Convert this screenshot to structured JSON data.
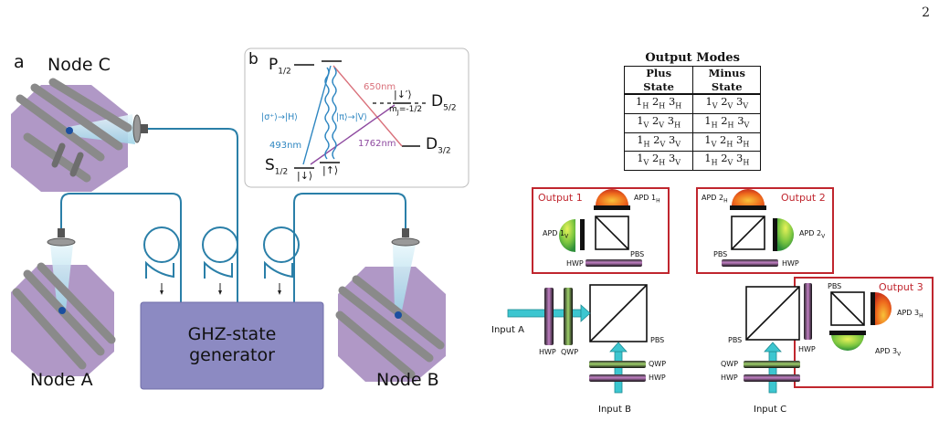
{
  "page_number": "2",
  "panel_a": {
    "label": "a",
    "node_c": "Node C",
    "node_a": "Node A",
    "node_b": "Node B",
    "generator_line1": "GHZ-state",
    "generator_line2": "generator"
  },
  "panel_b": {
    "label": "b",
    "p_level": "P",
    "p_sub": "1/2",
    "s_level": "S",
    "s_sub": "1/2",
    "d52": "D",
    "d52_sub": "5/2",
    "d32": "D",
    "d32_sub": "3/2",
    "ket_down": "|↓⟩",
    "ket_up": "|↑⟩",
    "ket_down_prime": "|↓′⟩",
    "mj": "m",
    "mj_sub": "J",
    "mj_val": "=-1/2",
    "sigma_h": "|σ⁺⟩→|H⟩",
    "pi_v": "|π⟩→|V⟩",
    "nm493": "493nm",
    "nm650": "650nm",
    "nm1762": "1762nm",
    "colors": {
      "blue": "#2e86c1",
      "red": "#d9707a",
      "purple": "#8e4aa0"
    }
  },
  "output_modes": {
    "title": "Output Modes",
    "headers": [
      [
        "Plus",
        "State"
      ],
      [
        "Minus",
        "State"
      ]
    ],
    "rows": [
      [
        "1_H 2_H 3_H",
        "1_V 2_V 3_V"
      ],
      [
        "1_V 2_V 3_H",
        "1_H 2_H 3_V"
      ],
      [
        "1_H 2_V 3_V",
        "1_V 2_H 3_H"
      ],
      [
        "1_V 2_H 3_V",
        "1_H 2_V 3_H"
      ]
    ]
  },
  "optics": {
    "output1": "Output 1",
    "output2": "Output 2",
    "output3": "Output 3",
    "apd1h": "APD 1",
    "apd1h_sub": "H",
    "apd1v": "APD 1",
    "apd1v_sub": "V",
    "apd2h": "APD 2",
    "apd2h_sub": "H",
    "apd2v": "APD 2",
    "apd2v_sub": "V",
    "apd3h": "APD 3",
    "apd3h_sub": "H",
    "apd3v": "APD 3",
    "apd3v_sub": "V",
    "pbs": "PBS",
    "hwp": "HWP",
    "qwp": "QWP",
    "input_a": "Input A",
    "input_b": "Input B",
    "input_c": "Input C",
    "box_color": "#c0262e",
    "beam_color": "#3cc6d0"
  }
}
